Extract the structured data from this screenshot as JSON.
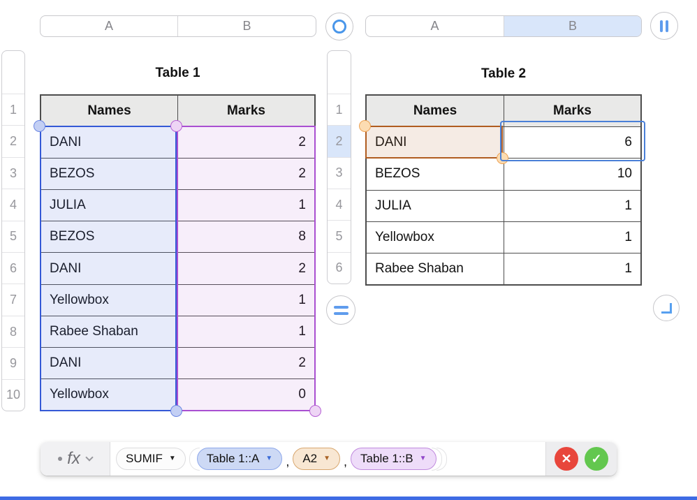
{
  "table1": {
    "title": "Table 1",
    "column_letters": [
      "A",
      "B"
    ],
    "row_numbers": [
      "1",
      "2",
      "3",
      "4",
      "5",
      "6",
      "7",
      "8",
      "9",
      "10"
    ],
    "headers": {
      "names": "Names",
      "marks": "Marks"
    },
    "rows": [
      {
        "name": "DANI",
        "mark": "2"
      },
      {
        "name": "BEZOS",
        "mark": "2"
      },
      {
        "name": "JULIA",
        "mark": "1"
      },
      {
        "name": "BEZOS",
        "mark": "8"
      },
      {
        "name": "DANI",
        "mark": "2"
      },
      {
        "name": "Yellowbox",
        "mark": "1"
      },
      {
        "name": "Rabee Shaban",
        "mark": "1"
      },
      {
        "name": "DANI",
        "mark": "2"
      },
      {
        "name": "Yellowbox",
        "mark": "0"
      }
    ]
  },
  "table2": {
    "title": "Table 2",
    "column_letters": [
      "A",
      "B"
    ],
    "row_numbers": [
      "1",
      "2",
      "3",
      "4",
      "5",
      "6"
    ],
    "headers": {
      "names": "Names",
      "marks": "Marks"
    },
    "rows": [
      {
        "name": "DANI",
        "mark": "6"
      },
      {
        "name": "BEZOS",
        "mark": "10"
      },
      {
        "name": "JULIA",
        "mark": "1"
      },
      {
        "name": "Yellowbox",
        "mark": "1"
      },
      {
        "name": "Rabee Shaban",
        "mark": "1"
      }
    ]
  },
  "formula_bar": {
    "fx_label": "fx",
    "function_token": "SUMIF",
    "comma": ",",
    "triangle": "▼",
    "tokens": {
      "range1": "Table 1::A",
      "condition": "A2",
      "range2": "Table 1::B"
    },
    "icons": {
      "cancel": "✕",
      "accept": "✓"
    }
  },
  "colors": {
    "blue_selection_border": "#3459d6",
    "purple_selection_border": "#a94fd1",
    "orange_selection_border": "#b05c20",
    "edit_cell_border": "#4a80d8",
    "cancel_red": "#e8463c",
    "accept_green": "#63c74f",
    "bottom_edge_blue": "#3e6be4"
  }
}
